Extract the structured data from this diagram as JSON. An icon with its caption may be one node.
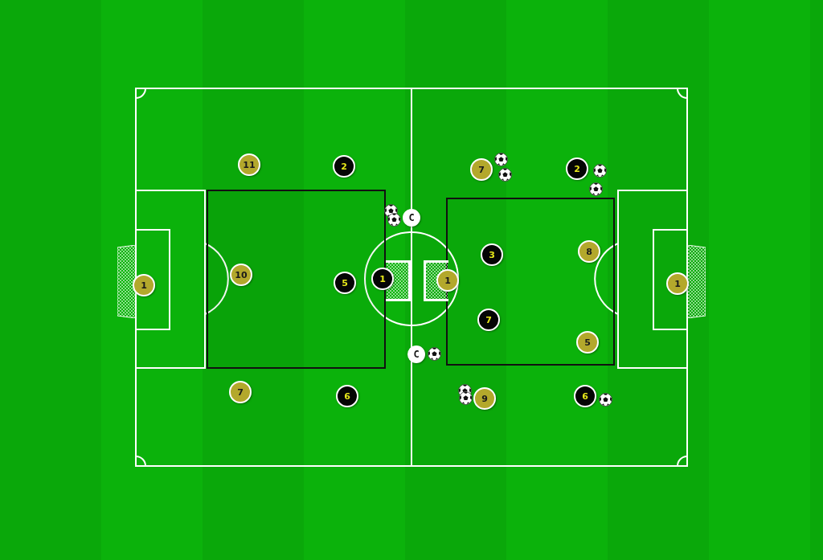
{
  "diagram": {
    "nodes": [
      {
        "text": [
          "11"
        ]
      },
      {
        "text": [
          "2"
        ]
      },
      {
        "text": [
          "7"
        ]
      },
      {
        "text": [
          "2"
        ]
      },
      {
        "text": [
          "C"
        ]
      },
      {
        "text": [
          "3"
        ]
      },
      {
        "text": [
          "8"
        ]
      },
      {
        "text": [
          "1"
        ]
      },
      {
        "text": [
          "10"
        ]
      },
      {
        "text": [
          "5"
        ]
      },
      {
        "text": [
          "1"
        ]
      },
      {
        "text": [
          "1"
        ]
      },
      {
        "text": [
          "1"
        ]
      },
      {
        "text": [
          "7"
        ]
      },
      {
        "text": [
          "5"
        ]
      },
      {
        "text": [
          "C"
        ]
      },
      {
        "text": [
          "7"
        ]
      },
      {
        "text": [
          "6"
        ]
      },
      {
        "text": [
          "9"
        ]
      },
      {
        "text": [
          "6"
        ]
      }
    ],
    "edges": []
  }
}
